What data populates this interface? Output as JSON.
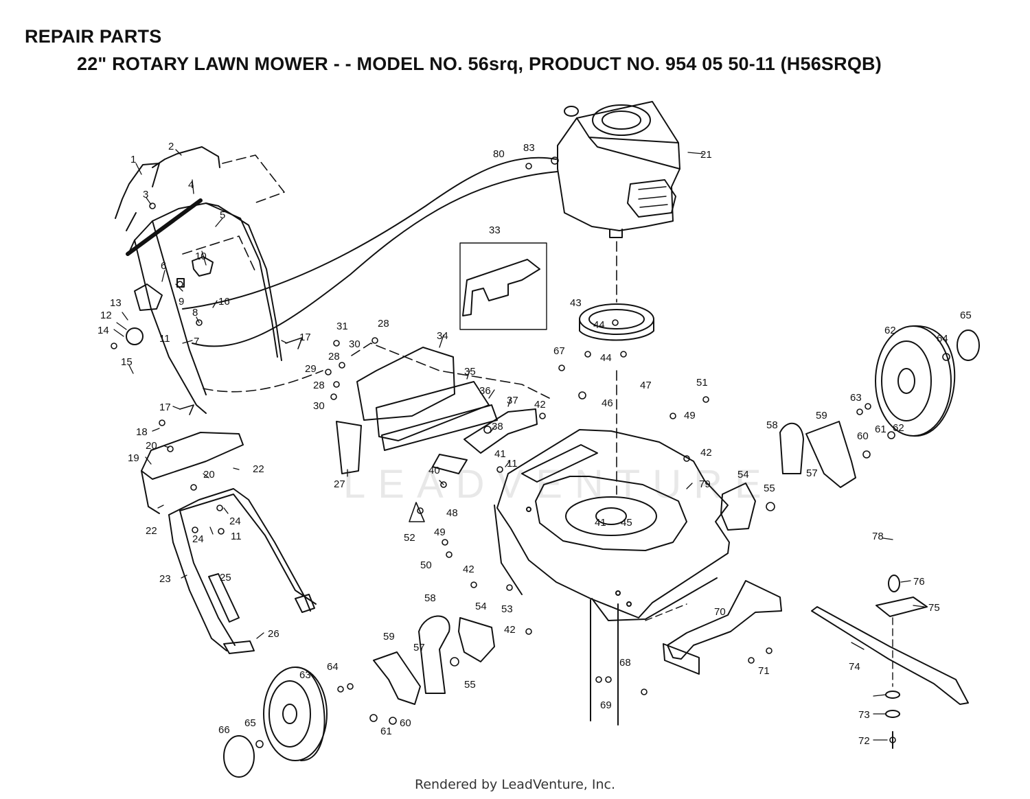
{
  "header": {
    "line1": "REPAIR PARTS",
    "line2": "22\" ROTARY LAWN MOWER - - MODEL NO. 56srq, PRODUCT NO. 954 05 50-11 (H56SRQB)"
  },
  "watermark": "LEADVENTURE",
  "footer": "Rendered by LeadVenture, Inc.",
  "colors": {
    "ink": "#111111",
    "watermark": "#e8e8e8",
    "background": "#ffffff"
  },
  "callouts": [
    {
      "id": "c1",
      "text": "1"
    },
    {
      "id": "c2",
      "text": "2"
    },
    {
      "id": "c3",
      "text": "3"
    },
    {
      "id": "c4",
      "text": "4"
    },
    {
      "id": "c5",
      "text": "5"
    },
    {
      "id": "c6",
      "text": "6"
    },
    {
      "id": "c7",
      "text": "7"
    },
    {
      "id": "c8",
      "text": "8"
    },
    {
      "id": "c9",
      "text": "9"
    },
    {
      "id": "c10",
      "text": "10"
    },
    {
      "id": "c11a",
      "text": "11"
    },
    {
      "id": "c12",
      "text": "12"
    },
    {
      "id": "c13",
      "text": "13"
    },
    {
      "id": "c14",
      "text": "14"
    },
    {
      "id": "c15",
      "text": "15"
    },
    {
      "id": "c16",
      "text": "16"
    },
    {
      "id": "c17a",
      "text": "17"
    },
    {
      "id": "c17b",
      "text": "17"
    },
    {
      "id": "c18",
      "text": "18"
    },
    {
      "id": "c19",
      "text": "19"
    },
    {
      "id": "c20a",
      "text": "20"
    },
    {
      "id": "c20b",
      "text": "20"
    },
    {
      "id": "c22a",
      "text": "22"
    },
    {
      "id": "c22b",
      "text": "22"
    },
    {
      "id": "c23",
      "text": "23"
    },
    {
      "id": "c24a",
      "text": "24"
    },
    {
      "id": "c24b",
      "text": "24"
    },
    {
      "id": "c11b",
      "text": "11"
    },
    {
      "id": "c25",
      "text": "25"
    },
    {
      "id": "c26",
      "text": "26"
    },
    {
      "id": "c27",
      "text": "27"
    },
    {
      "id": "c28a",
      "text": "28"
    },
    {
      "id": "c28b",
      "text": "28"
    },
    {
      "id": "c28c",
      "text": "28"
    },
    {
      "id": "c29",
      "text": "29"
    },
    {
      "id": "c30a",
      "text": "30"
    },
    {
      "id": "c30b",
      "text": "30"
    },
    {
      "id": "c31",
      "text": "31"
    },
    {
      "id": "c33",
      "text": "33"
    },
    {
      "id": "c34",
      "text": "34"
    },
    {
      "id": "c35",
      "text": "35"
    },
    {
      "id": "c36",
      "text": "36"
    },
    {
      "id": "c37",
      "text": "37"
    },
    {
      "id": "c38",
      "text": "38"
    },
    {
      "id": "c40",
      "text": "40"
    },
    {
      "id": "c41a",
      "text": "41"
    },
    {
      "id": "c11c",
      "text": "11"
    },
    {
      "id": "c42a",
      "text": "42"
    },
    {
      "id": "c42b",
      "text": "42"
    },
    {
      "id": "c42c",
      "text": "42"
    },
    {
      "id": "c42d",
      "text": "42"
    },
    {
      "id": "c43",
      "text": "43"
    },
    {
      "id": "c44a",
      "text": "44"
    },
    {
      "id": "c44b",
      "text": "44"
    },
    {
      "id": "c46",
      "text": "46"
    },
    {
      "id": "c47",
      "text": "47"
    },
    {
      "id": "c48",
      "text": "48"
    },
    {
      "id": "c49a",
      "text": "49"
    },
    {
      "id": "c49b",
      "text": "49"
    },
    {
      "id": "c50",
      "text": "50"
    },
    {
      "id": "c51",
      "text": "51"
    },
    {
      "id": "c52",
      "text": "52"
    },
    {
      "id": "c53",
      "text": "53"
    },
    {
      "id": "c54a",
      "text": "54"
    },
    {
      "id": "c54b",
      "text": "54"
    },
    {
      "id": "c55a",
      "text": "55"
    },
    {
      "id": "c55b",
      "text": "55"
    },
    {
      "id": "c57a",
      "text": "57"
    },
    {
      "id": "c57b",
      "text": "57"
    },
    {
      "id": "c58a",
      "text": "58"
    },
    {
      "id": "c58b",
      "text": "58"
    },
    {
      "id": "c59a",
      "text": "59"
    },
    {
      "id": "c59b",
      "text": "59"
    },
    {
      "id": "c60a",
      "text": "60"
    },
    {
      "id": "c60b",
      "text": "60"
    },
    {
      "id": "c61a",
      "text": "61"
    },
    {
      "id": "c61b",
      "text": "61"
    },
    {
      "id": "c62a",
      "text": "62"
    },
    {
      "id": "c62b",
      "text": "62"
    },
    {
      "id": "c63a",
      "text": "63"
    },
    {
      "id": "c63b",
      "text": "63"
    },
    {
      "id": "c64a",
      "text": "64"
    },
    {
      "id": "c64b",
      "text": "64"
    },
    {
      "id": "c65a",
      "text": "65"
    },
    {
      "id": "c65b",
      "text": "65"
    },
    {
      "id": "c66",
      "text": "66"
    },
    {
      "id": "c67",
      "text": "67"
    },
    {
      "id": "c68",
      "text": "68"
    },
    {
      "id": "c69",
      "text": "69"
    },
    {
      "id": "c70",
      "text": "70"
    },
    {
      "id": "c71",
      "text": "71"
    },
    {
      "id": "c72",
      "text": "72"
    },
    {
      "id": "c73",
      "text": "73"
    },
    {
      "id": "c74",
      "text": "74"
    },
    {
      "id": "c75",
      "text": "75"
    },
    {
      "id": "c76",
      "text": "76"
    },
    {
      "id": "c78",
      "text": "78"
    },
    {
      "id": "c79",
      "text": "79"
    },
    {
      "id": "c80",
      "text": "80"
    },
    {
      "id": "c83",
      "text": "83"
    },
    {
      "id": "c21",
      "text": "21"
    },
    {
      "id": "c41b",
      "text": "41"
    },
    {
      "id": "c45",
      "text": "45"
    }
  ]
}
